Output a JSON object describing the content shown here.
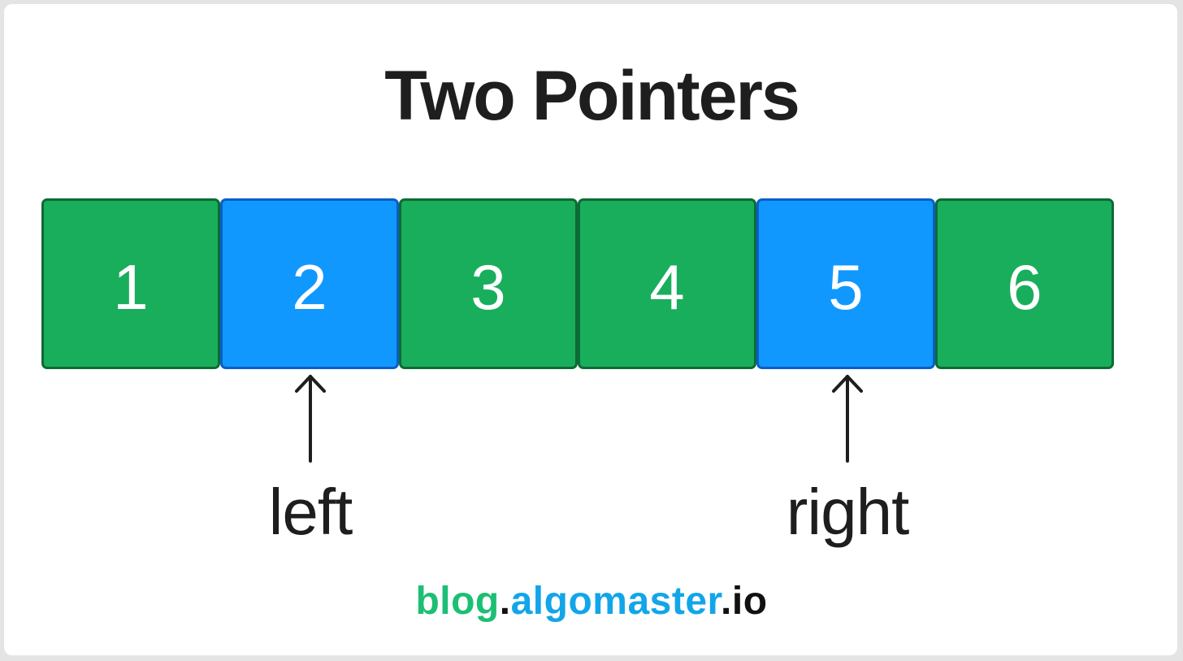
{
  "title": "Two Pointers",
  "array": {
    "cells": [
      {
        "value": "1",
        "highlighted": false
      },
      {
        "value": "2",
        "highlighted": true
      },
      {
        "value": "3",
        "highlighted": false
      },
      {
        "value": "4",
        "highlighted": false
      },
      {
        "value": "5",
        "highlighted": true
      },
      {
        "value": "6",
        "highlighted": false
      }
    ]
  },
  "pointers": {
    "left": {
      "label": "left",
      "index": 1
    },
    "right": {
      "label": "right",
      "index": 4
    }
  },
  "colors": {
    "cell_fill": "#19ae5c",
    "cell_border": "#0d6b35",
    "pointer_fill": "#1198fe",
    "pointer_border": "#0b5ec7",
    "text_dark": "#1e1e1e",
    "brand_green": "#1cbf73",
    "brand_blue": "#12a6e8"
  },
  "footer": {
    "part1": "blog",
    "dot1": ".",
    "part2": "algomaster",
    "dot2": ".",
    "part3": "io"
  }
}
